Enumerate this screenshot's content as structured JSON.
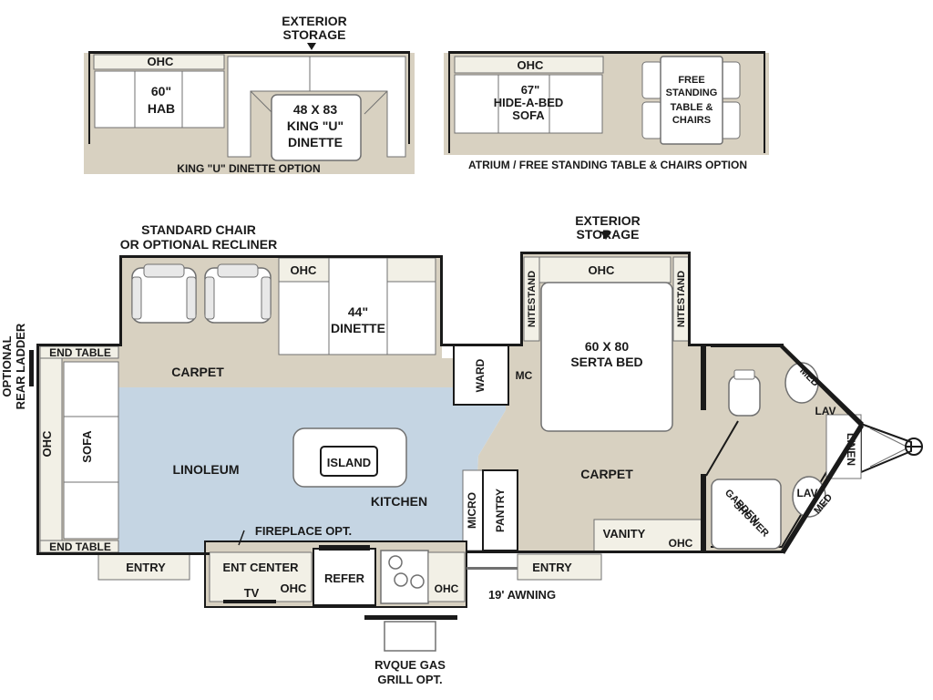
{
  "colors": {
    "carpet": "#d8d1c1",
    "linoleum": "#c5d5e3",
    "wall": "#1a1a1a",
    "cushion": "#ffffff",
    "outline": "#707070",
    "cabinet": "#f2f0e6"
  },
  "top_left_option": {
    "exterior_storage_1": "EXTERIOR",
    "exterior_storage_2": "STORAGE",
    "ohc": "OHC",
    "hab_1": "60\"",
    "hab_2": "HAB",
    "dinette_1": "48 X 83",
    "dinette_2": "KING \"U\"",
    "dinette_3": "DINETTE",
    "caption": "KING \"U\" DINETTE OPTION"
  },
  "top_right_option": {
    "ohc": "OHC",
    "sofa_1": "67\"",
    "sofa_2": "HIDE-A-BED",
    "sofa_3": "SOFA",
    "table_1": "FREE",
    "table_2": "STANDING",
    "table_3": "TABLE &",
    "table_4": "CHAIRS",
    "caption": "ATRIUM / FREE STANDING TABLE & CHAIRS OPTION"
  },
  "main_plan": {
    "chair_label_1": "STANDARD CHAIR",
    "chair_label_2": "OR OPTIONAL RECLINER",
    "ohc_dinette": "OHC",
    "dinette_1": "44\"",
    "dinette_2": "DINETTE",
    "ladder_1": "OPTIONAL",
    "ladder_2": "REAR LADDER",
    "end_table_top": "END TABLE",
    "end_table_bottom": "END TABLE",
    "ohc_rear": "OHC",
    "sofa": "SOFA",
    "carpet_living": "CARPET",
    "linoleum": "LINOLEUM",
    "island": "ISLAND",
    "kitchen": "KITCHEN",
    "fireplace": "FIREPLACE OPT.",
    "entry_left": "ENTRY",
    "ent_center": "ENT CENTER",
    "ohc_ent": "OHC",
    "tv": "TV",
    "refer": "REFER",
    "ohc_stove": "OHC",
    "grill_1": "RVQUE GAS",
    "grill_2": "GRILL OPT.",
    "micro": "MICRO",
    "pantry": "PANTRY",
    "ward": "WARD",
    "mc": "MC",
    "exterior_storage_1": "EXTERIOR",
    "exterior_storage_2": "STORAGE",
    "ohc_bed": "OHC",
    "nitestand_left": "NITESTAND",
    "nitestand_right": "NITESTAND",
    "bed_1": "60 X 80",
    "bed_2": "SERTA BED",
    "carpet_bedroom": "CARPET",
    "vanity": "VANITY",
    "ohc_vanity": "OHC",
    "entry_right": "ENTRY",
    "awning": "19' AWNING",
    "med_top": "MED",
    "lav_top": "LAV",
    "linen": "LINEN",
    "lav_bottom": "LAV",
    "med_bottom": "MED",
    "shower_1": "GARDEN",
    "shower_2": "SHOWER"
  }
}
